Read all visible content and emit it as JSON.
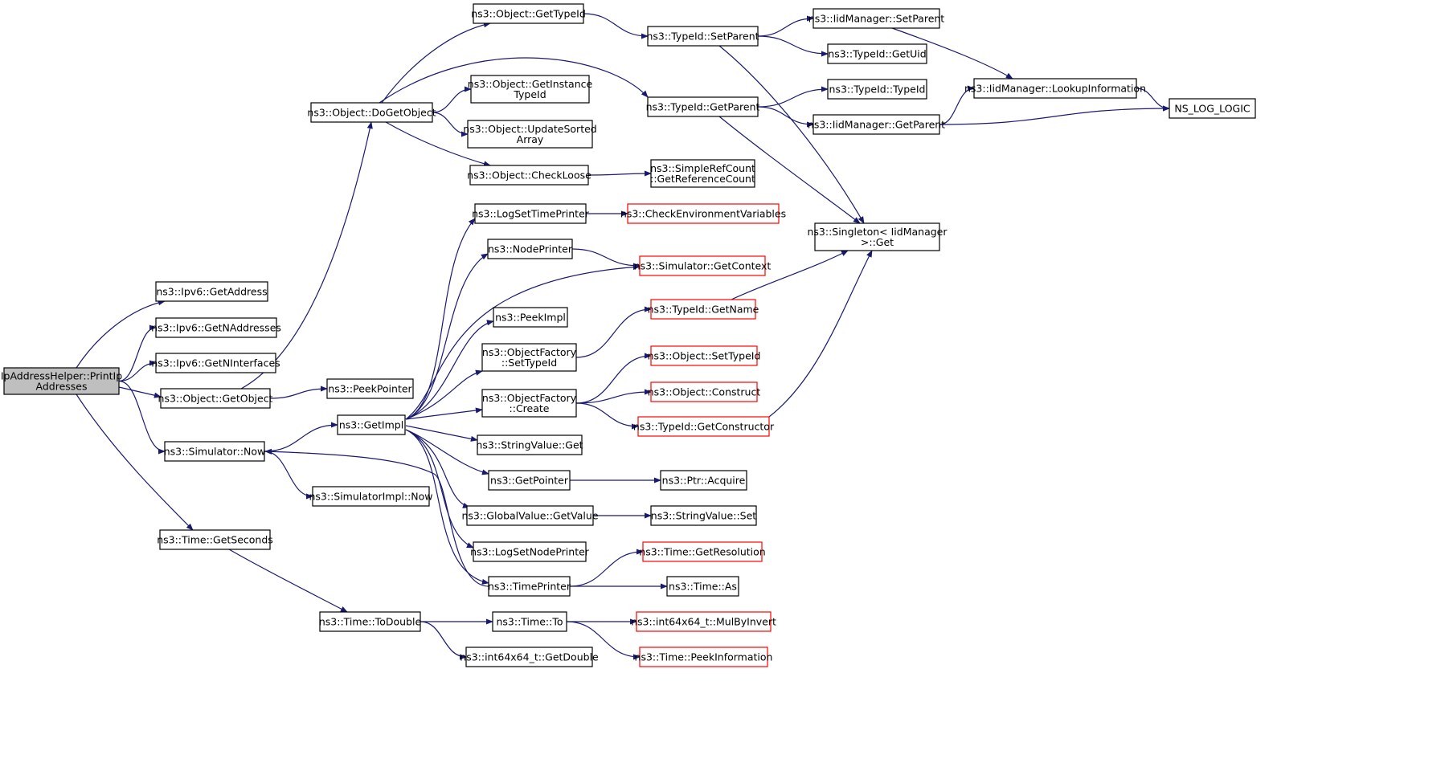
{
  "graph": {
    "nodes": [
      {
        "id": "root",
        "lines": [
          "IpAddressHelper::PrintIp",
          "Addresses"
        ],
        "style": "root"
      },
      {
        "id": "ipv6_getaddress",
        "lines": [
          "ns3::Ipv6::GetAddress"
        ],
        "style": "normal"
      },
      {
        "id": "ipv6_getnaddresses",
        "lines": [
          "ns3::Ipv6::GetNAddresses"
        ],
        "style": "normal"
      },
      {
        "id": "ipv6_getninterfaces",
        "lines": [
          "ns3::Ipv6::GetNInterfaces"
        ],
        "style": "normal"
      },
      {
        "id": "object_getobject",
        "lines": [
          "ns3::Object::GetObject"
        ],
        "style": "normal"
      },
      {
        "id": "simulator_now",
        "lines": [
          "ns3::Simulator::Now"
        ],
        "style": "normal"
      },
      {
        "id": "time_getseconds",
        "lines": [
          "ns3::Time::GetSeconds"
        ],
        "style": "normal"
      },
      {
        "id": "object_dogetobject",
        "lines": [
          "ns3::Object::DoGetObject"
        ],
        "style": "normal"
      },
      {
        "id": "peekpointer",
        "lines": [
          "ns3::PeekPointer"
        ],
        "style": "normal"
      },
      {
        "id": "getimpl",
        "lines": [
          "ns3::GetImpl"
        ],
        "style": "normal"
      },
      {
        "id": "simulatorimpl_now",
        "lines": [
          "ns3::SimulatorImpl::Now"
        ],
        "style": "normal"
      },
      {
        "id": "time_todouble",
        "lines": [
          "ns3::Time::ToDouble"
        ],
        "style": "normal"
      },
      {
        "id": "object_gettypeid",
        "lines": [
          "ns3::Object::GetTypeId"
        ],
        "style": "normal"
      },
      {
        "id": "object_getinstancetypeid",
        "lines": [
          "ns3::Object::GetInstance",
          "TypeId"
        ],
        "style": "normal"
      },
      {
        "id": "object_updatesortedarray",
        "lines": [
          "ns3::Object::UpdateSorted",
          "Array"
        ],
        "style": "normal"
      },
      {
        "id": "object_checkloose",
        "lines": [
          "ns3::Object::CheckLoose"
        ],
        "style": "normal"
      },
      {
        "id": "logsettimeprinter",
        "lines": [
          "ns3::LogSetTimePrinter"
        ],
        "style": "normal"
      },
      {
        "id": "nodeprinter",
        "lines": [
          "ns3::NodePrinter"
        ],
        "style": "normal"
      },
      {
        "id": "peekimpl",
        "lines": [
          "ns3::PeekImpl"
        ],
        "style": "normal"
      },
      {
        "id": "objectfactory_settypeid",
        "lines": [
          "ns3::ObjectFactory",
          "::SetTypeId"
        ],
        "style": "normal"
      },
      {
        "id": "objectfactory_create",
        "lines": [
          "ns3::ObjectFactory",
          "::Create"
        ],
        "style": "normal"
      },
      {
        "id": "stringvalue_get",
        "lines": [
          "ns3::StringValue::Get"
        ],
        "style": "normal"
      },
      {
        "id": "getpointer",
        "lines": [
          "ns3::GetPointer"
        ],
        "style": "normal"
      },
      {
        "id": "globalvalue_getvalue",
        "lines": [
          "ns3::GlobalValue::GetValue"
        ],
        "style": "normal"
      },
      {
        "id": "logsetnodeprinter",
        "lines": [
          "ns3::LogSetNodePrinter"
        ],
        "style": "normal"
      },
      {
        "id": "timeprinter",
        "lines": [
          "ns3::TimePrinter"
        ],
        "style": "normal"
      },
      {
        "id": "time_to",
        "lines": [
          "ns3::Time::To"
        ],
        "style": "normal"
      },
      {
        "id": "int64_getdouble",
        "lines": [
          "ns3::int64x64_t::GetDouble"
        ],
        "style": "normal"
      },
      {
        "id": "typeid_setparent",
        "lines": [
          "ns3::TypeId::SetParent"
        ],
        "style": "normal"
      },
      {
        "id": "typeid_getparent",
        "lines": [
          "ns3::TypeId::GetParent"
        ],
        "style": "normal"
      },
      {
        "id": "simplerefcount",
        "lines": [
          "ns3::SimpleRefCount",
          "::GetReferenceCount"
        ],
        "style": "normal"
      },
      {
        "id": "checkenvvars",
        "lines": [
          "ns3::CheckEnvironmentVariables"
        ],
        "style": "red"
      },
      {
        "id": "simulator_getcontext",
        "lines": [
          "ns3::Simulator::GetContext"
        ],
        "style": "red"
      },
      {
        "id": "typeid_getname",
        "lines": [
          "ns3::TypeId::GetName"
        ],
        "style": "red"
      },
      {
        "id": "object_settypeid",
        "lines": [
          "ns3::Object::SetTypeId"
        ],
        "style": "red"
      },
      {
        "id": "object_construct",
        "lines": [
          "ns3::Object::Construct"
        ],
        "style": "red"
      },
      {
        "id": "typeid_getconstructor",
        "lines": [
          "ns3::TypeId::GetConstructor"
        ],
        "style": "red"
      },
      {
        "id": "ptr_acquire",
        "lines": [
          "ns3::Ptr::Acquire"
        ],
        "style": "normal"
      },
      {
        "id": "stringvalue_set",
        "lines": [
          "ns3::StringValue::Set"
        ],
        "style": "normal"
      },
      {
        "id": "time_getresolution",
        "lines": [
          "ns3::Time::GetResolution"
        ],
        "style": "red"
      },
      {
        "id": "time_as",
        "lines": [
          "ns3::Time::As"
        ],
        "style": "normal"
      },
      {
        "id": "int64_mulbyinvert",
        "lines": [
          "ns3::int64x64_t::MulByInvert"
        ],
        "style": "red"
      },
      {
        "id": "time_peekinformation",
        "lines": [
          "ns3::Time::PeekInformation"
        ],
        "style": "red"
      },
      {
        "id": "iidmanager_setparent",
        "lines": [
          "ns3::IidManager::SetParent"
        ],
        "style": "normal"
      },
      {
        "id": "typeid_getuid",
        "lines": [
          "ns3::TypeId::GetUid"
        ],
        "style": "normal"
      },
      {
        "id": "typeid_typeid",
        "lines": [
          "ns3::TypeId::TypeId"
        ],
        "style": "normal"
      },
      {
        "id": "iidmanager_getparent",
        "lines": [
          "ns3::IidManager::GetParent"
        ],
        "style": "normal"
      },
      {
        "id": "singleton_get",
        "lines": [
          "ns3::Singleton< IidManager",
          " >::Get"
        ],
        "style": "normal"
      },
      {
        "id": "iidmanager_lookup",
        "lines": [
          "ns3::IidManager::LookupInformation"
        ],
        "style": "normal"
      },
      {
        "id": "ns_log_logic",
        "lines": [
          "NS_LOG_LOGIC"
        ],
        "style": "normal"
      }
    ],
    "edges": [
      [
        "root",
        "ipv6_getaddress"
      ],
      [
        "root",
        "ipv6_getnaddresses"
      ],
      [
        "root",
        "ipv6_getninterfaces"
      ],
      [
        "root",
        "object_getobject"
      ],
      [
        "root",
        "simulator_now"
      ],
      [
        "root",
        "time_getseconds"
      ],
      [
        "object_getobject",
        "object_dogetobject"
      ],
      [
        "object_getobject",
        "peekpointer"
      ],
      [
        "simulator_now",
        "getimpl"
      ],
      [
        "simulator_now",
        "simulatorimpl_now"
      ],
      [
        "time_getseconds",
        "time_todouble"
      ],
      [
        "object_dogetobject",
        "object_gettypeid"
      ],
      [
        "object_dogetobject",
        "object_getinstancetypeid"
      ],
      [
        "object_dogetobject",
        "object_updatesortedarray"
      ],
      [
        "object_dogetobject",
        "object_checkloose"
      ],
      [
        "object_dogetobject",
        "typeid_getparent"
      ],
      [
        "getimpl",
        "logsettimeprinter"
      ],
      [
        "getimpl",
        "nodeprinter"
      ],
      [
        "getimpl",
        "simulator_getcontext"
      ],
      [
        "getimpl",
        "peekimpl"
      ],
      [
        "getimpl",
        "objectfactory_settypeid"
      ],
      [
        "getimpl",
        "objectfactory_create"
      ],
      [
        "getimpl",
        "stringvalue_get"
      ],
      [
        "getimpl",
        "getpointer"
      ],
      [
        "getimpl",
        "globalvalue_getvalue"
      ],
      [
        "getimpl",
        "logsetnodeprinter"
      ],
      [
        "getimpl",
        "timeprinter"
      ],
      [
        "timeprinter",
        "simulator_now"
      ],
      [
        "time_todouble",
        "time_to"
      ],
      [
        "time_todouble",
        "int64_getdouble"
      ],
      [
        "object_gettypeid",
        "typeid_setparent"
      ],
      [
        "object_checkloose",
        "simplerefcount"
      ],
      [
        "logsettimeprinter",
        "checkenvvars"
      ],
      [
        "nodeprinter",
        "simulator_getcontext"
      ],
      [
        "objectfactory_settypeid",
        "typeid_getname"
      ],
      [
        "objectfactory_create",
        "object_settypeid"
      ],
      [
        "objectfactory_create",
        "object_construct"
      ],
      [
        "objectfactory_create",
        "typeid_getconstructor"
      ],
      [
        "getpointer",
        "ptr_acquire"
      ],
      [
        "globalvalue_getvalue",
        "stringvalue_set"
      ],
      [
        "timeprinter",
        "time_getresolution"
      ],
      [
        "timeprinter",
        "time_as"
      ],
      [
        "time_to",
        "int64_mulbyinvert"
      ],
      [
        "time_to",
        "time_peekinformation"
      ],
      [
        "typeid_setparent",
        "iidmanager_setparent"
      ],
      [
        "typeid_setparent",
        "typeid_getuid"
      ],
      [
        "typeid_setparent",
        "singleton_get"
      ],
      [
        "typeid_getparent",
        "typeid_typeid"
      ],
      [
        "typeid_getparent",
        "iidmanager_getparent"
      ],
      [
        "typeid_getparent",
        "singleton_get"
      ],
      [
        "typeid_getname",
        "singleton_get"
      ],
      [
        "typeid_getconstructor",
        "singleton_get"
      ],
      [
        "iidmanager_setparent",
        "iidmanager_lookup"
      ],
      [
        "iidmanager_getparent",
        "iidmanager_lookup"
      ],
      [
        "iidmanager_getparent",
        "ns_log_logic"
      ],
      [
        "iidmanager_lookup",
        "ns_log_logic"
      ]
    ]
  },
  "colors": {
    "edge": "#191970",
    "node_border": "#000000",
    "link_border": "#ff0000",
    "root_fill": "#bfbfbf"
  }
}
